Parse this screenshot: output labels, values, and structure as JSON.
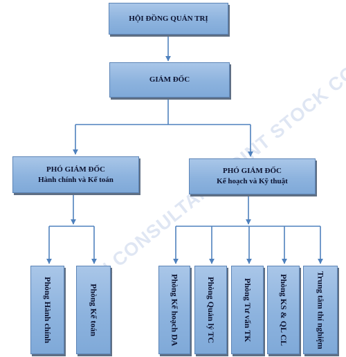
{
  "watermark": "ION CONSULTANT JOINT STOCK CO",
  "board": {
    "label": "HỘI ĐỒNG QUẢN TRỊ"
  },
  "director": {
    "label": "GIÁM ĐỐC"
  },
  "deputy_admin": {
    "line1": "PHÓ GIÁM ĐỐC",
    "line2": "Hành chính và Kế toán"
  },
  "deputy_tech": {
    "line1": "PHÓ GIÁM ĐỐC",
    "line2": "Kế hoạch và Kỹ thuật"
  },
  "departments": {
    "admin": "Phòng Hành chính",
    "accounting": "Phòng Kế toán",
    "planning": "Phòng Kế hoạch DA",
    "project_mgmt": "Phòng Quản lý TC",
    "design_consult": "Phòng Tư vấn TK",
    "quality": "Phòng KS & QL CL",
    "lab": "Trung tâm thí nghiệm"
  }
}
